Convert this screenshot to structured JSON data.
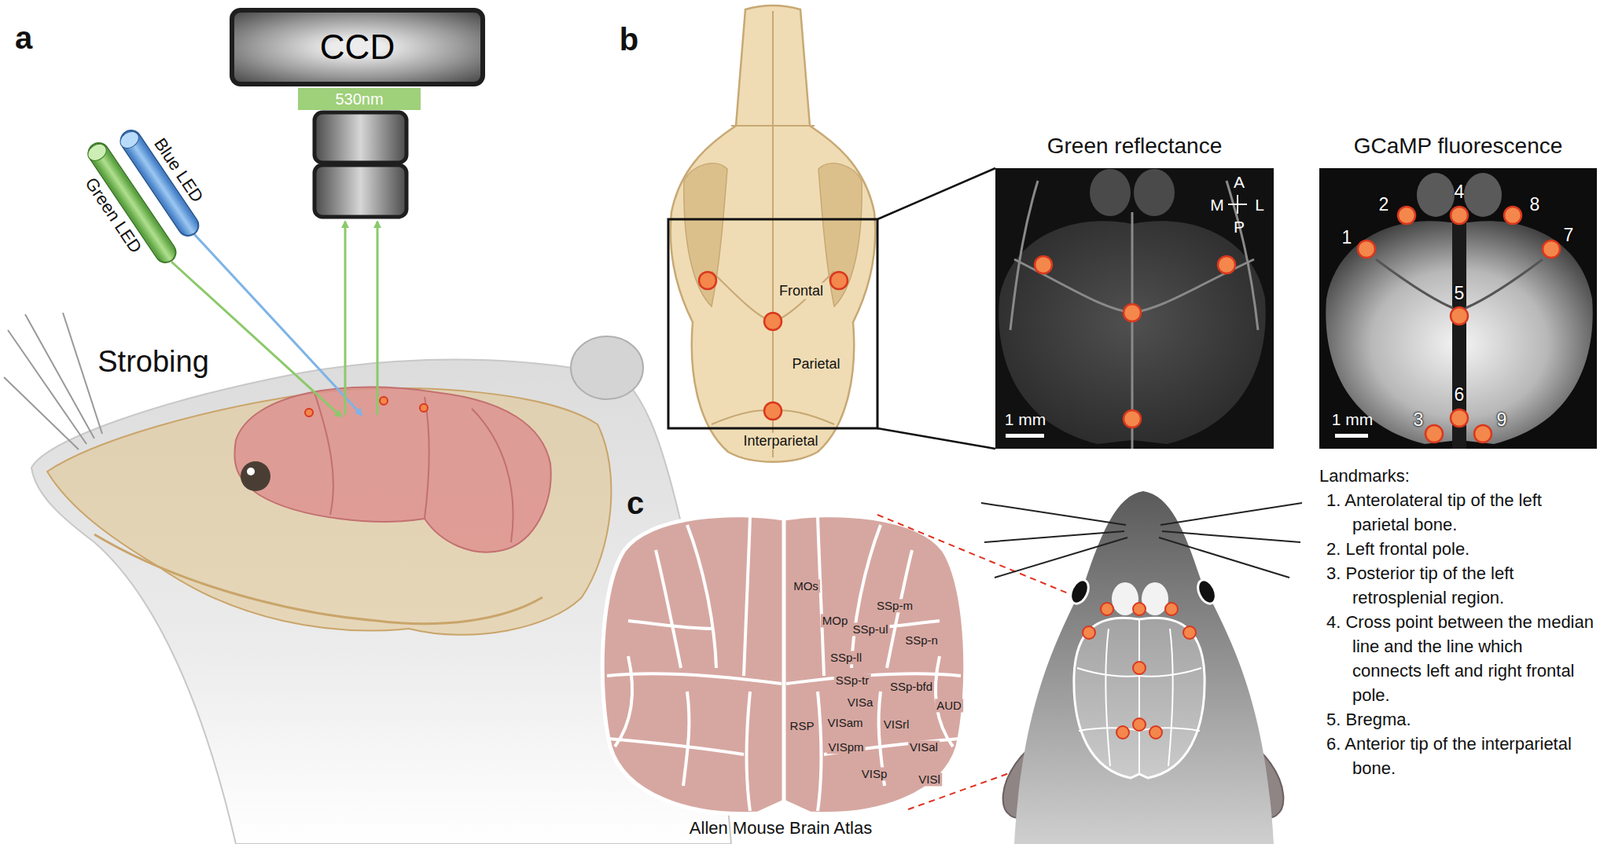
{
  "diagram": {
    "nodes": [
      {
        "text": [
          "CCD"
        ]
      },
      {
        "text": [
          "530nm"
        ]
      },
      {
        "text": [
          "Blue LED"
        ]
      },
      {
        "text": [
          "Green LED"
        ]
      },
      {
        "text": [
          "Green reflectance"
        ]
      },
      {
        "text": [
          "GCaMP fluorescence"
        ]
      }
    ],
    "labels": [
      "a",
      "Strobing",
      "b",
      "Frontal",
      "Parietal",
      "Interparietal",
      "A",
      "M",
      "L",
      "P",
      "1 mm",
      "1 mm",
      "1",
      "2",
      "4",
      "8",
      "7",
      "5",
      "6",
      "3",
      "9",
      "c",
      "MOs",
      "MOp",
      "SSp-m",
      "SSp-ul",
      "SSp-n",
      "SSp-ll",
      "SSp-tr",
      "SSp-bfd",
      "VISa",
      "VISam",
      "VISrl",
      "AUD",
      "RSP",
      "VISpm",
      "VISal",
      "VISp",
      "VISl",
      "Allen Mouse Brain Atlas",
      "Landmarks:",
      "1. Anterolateral tip of the left parietal bone.",
      "2. Left frontal pole.",
      "3. Posterior tip of the left retrosplenial region.",
      "4. Cross point between the median line and the line which connects left and right frontal pole.",
      "5. Bregma.",
      "6. Anterior tip of the interparietal bone."
    ]
  }
}
